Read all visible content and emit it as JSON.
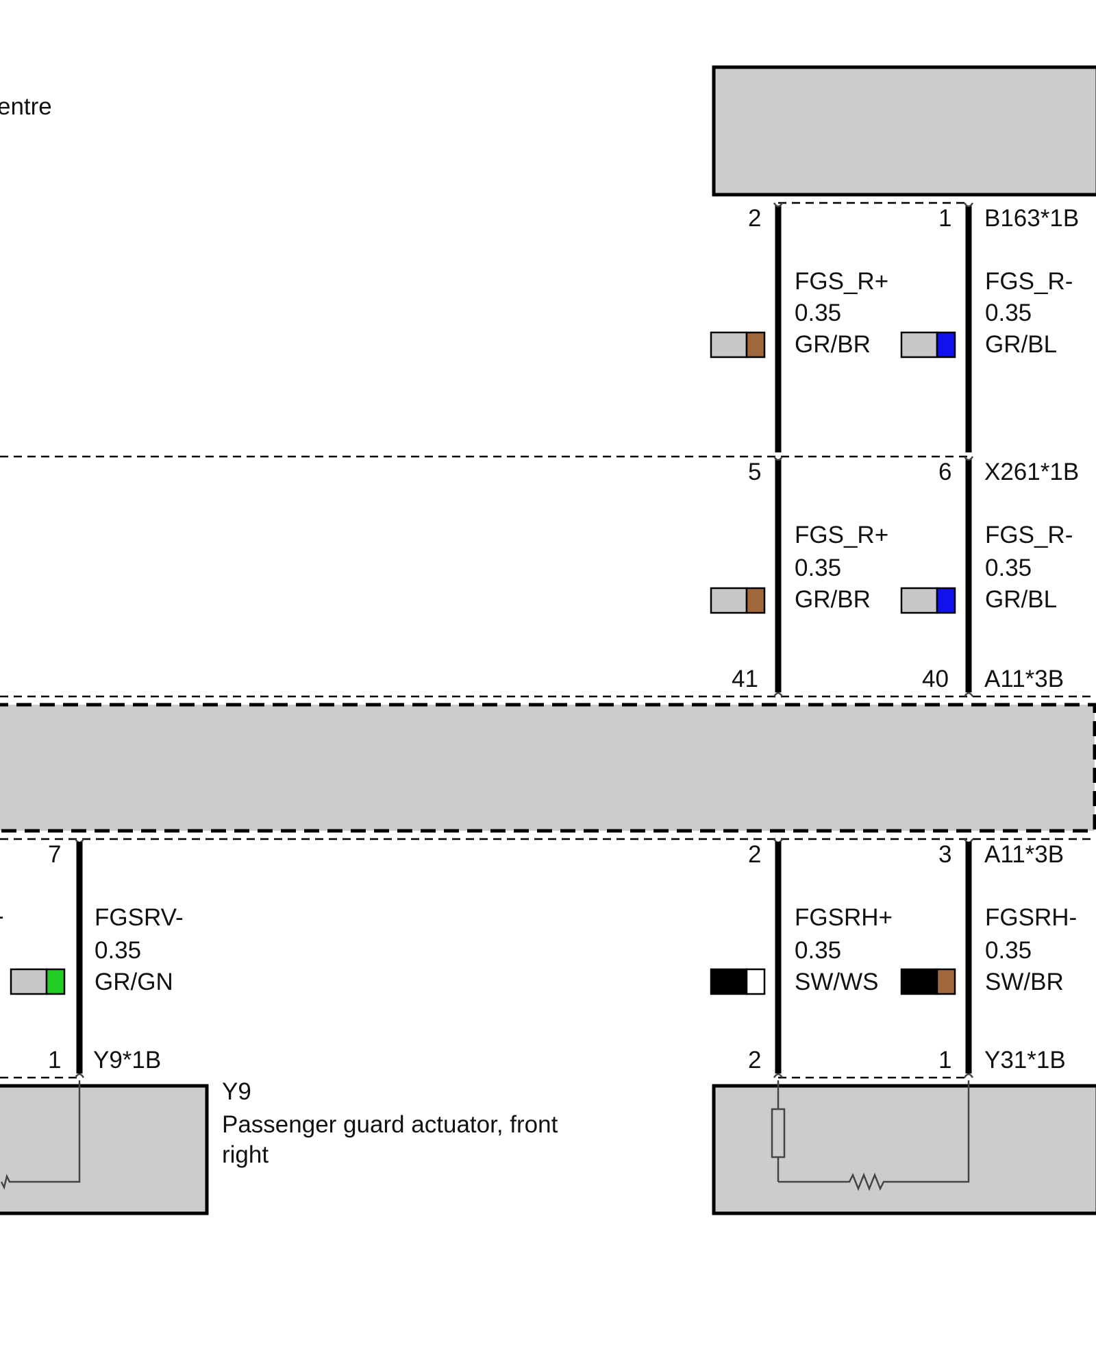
{
  "labels": {
    "top_partial": "entre",
    "y9_id": "Y9",
    "y9_desc_line1": "Passenger guard actuator, front",
    "y9_desc_line2": "right",
    "partial_dash": "-"
  },
  "connectors": {
    "b163": "B163*1B",
    "x261": "X261*1B",
    "a11_top": "A11*3B",
    "a11_bottom": "A11*3B",
    "y9": "Y9*1B",
    "y31": "Y31*1B"
  },
  "pins": {
    "b163_left": "2",
    "b163_right": "1",
    "x261_left": "5",
    "x261_right": "6",
    "a11_top_left": "41",
    "a11_top_right": "40",
    "a11_bottom_far_left": "7",
    "a11_bottom_left": "2",
    "a11_bottom_right": "3",
    "y9": "1",
    "y31_left": "2",
    "y31_right": "1"
  },
  "wires": {
    "seg1_left": {
      "signal": "FGS_R+",
      "size": "0.35",
      "color": "GR/BR"
    },
    "seg1_right": {
      "signal": "FGS_R-",
      "size": "0.35",
      "color": "GR/BL"
    },
    "seg2_left": {
      "signal": "FGS_R+",
      "size": "0.35",
      "color": "GR/BR"
    },
    "seg2_right": {
      "signal": "FGS_R-",
      "size": "0.35",
      "color": "GR/BL"
    },
    "seg3_far_left": {
      "signal": "FGSRV-",
      "size": "0.35",
      "color": "GR/GN"
    },
    "seg3_left": {
      "signal": "FGSRH+",
      "size": "0.35",
      "color": "SW/WS"
    },
    "seg3_right": {
      "signal": "FGSRH-",
      "size": "0.35",
      "color": "SW/BR"
    }
  },
  "swatch_colors": {
    "GR": "#c8c8c8",
    "BR": "#a0673a",
    "BL": "#1111ee",
    "GN": "#22cc22",
    "SW": "#000000",
    "WS": "#ffffff"
  }
}
